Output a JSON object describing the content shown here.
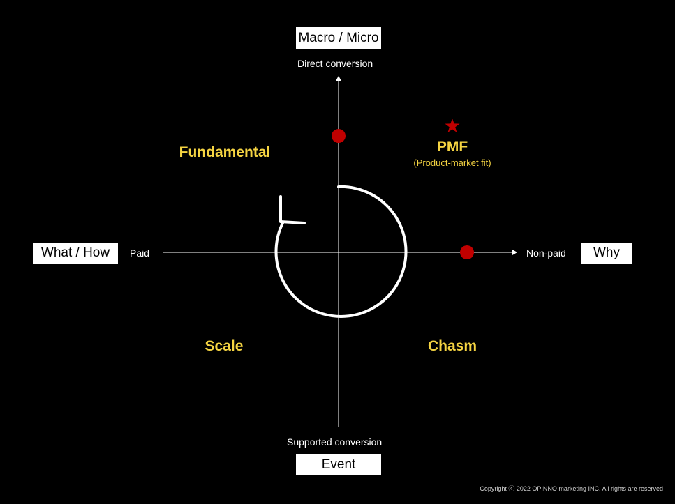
{
  "axes": {
    "top_box": "Macro / Micro",
    "top_label": "Direct conversion",
    "bottom_box": "Event",
    "bottom_label": "Supported conversion",
    "left_box": "What / How",
    "left_label": "Paid",
    "right_box": "Why",
    "right_label": "Non-paid"
  },
  "quadrants": {
    "top_left": "Fundamental",
    "top_right": "PMF",
    "top_right_sub": "(Product-market fit)",
    "bottom_left": "Scale",
    "bottom_right": "Chasm"
  },
  "markers": {
    "star_icon": "star-icon",
    "dot_color": "#c00000",
    "star_color": "#c00000"
  },
  "colors": {
    "background": "#000000",
    "quadrant_text": "#f5d442",
    "axis": "#ffffff"
  },
  "footer": {
    "copyright": "Copyright ⓒ 2022 OPINNO marketing INC. All rights are reserved"
  }
}
